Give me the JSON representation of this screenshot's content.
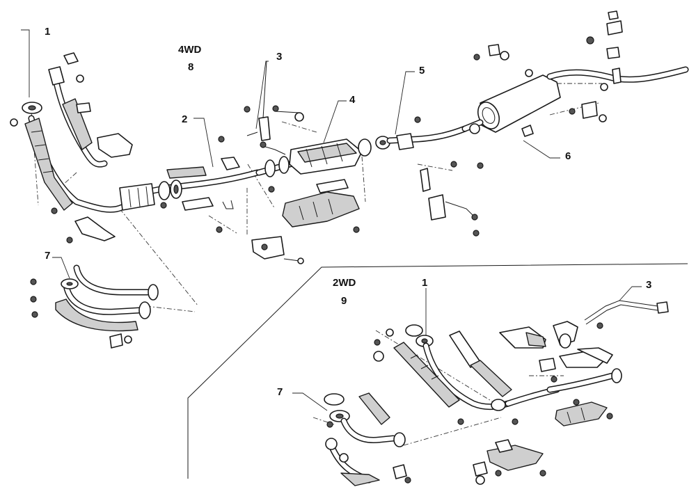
{
  "sections": {
    "four_wd": {
      "label": "4WD",
      "number": "8"
    },
    "two_wd": {
      "label": "2WD",
      "number": "9"
    }
  },
  "callouts": {
    "c1_top": "1",
    "c2": "2",
    "c3_top": "3",
    "c4": "4",
    "c5": "5",
    "c6": "6",
    "c7_left": "7",
    "c1_2wd": "1",
    "c3_2wd": "3",
    "c7_2wd": "7"
  }
}
